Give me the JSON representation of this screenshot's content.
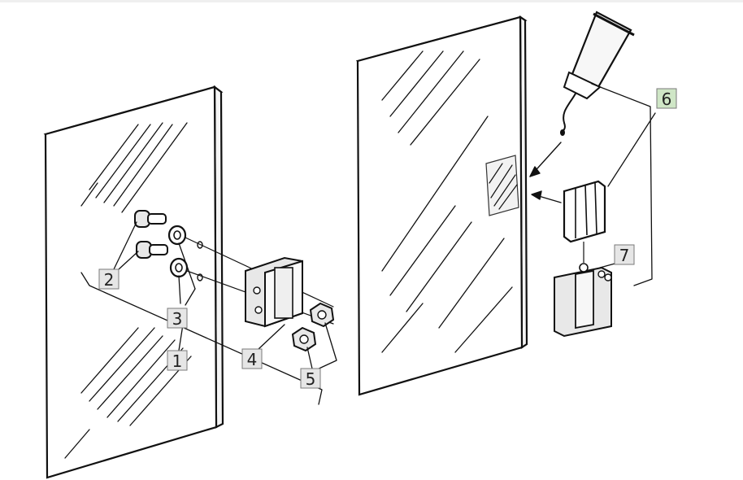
{
  "diagram": {
    "callouts": [
      {
        "id": "1",
        "label": "1",
        "highlighted": false
      },
      {
        "id": "2",
        "label": "2",
        "highlighted": false
      },
      {
        "id": "3",
        "label": "3",
        "highlighted": false
      },
      {
        "id": "4",
        "label": "4",
        "highlighted": false
      },
      {
        "id": "5",
        "label": "5",
        "highlighted": false
      },
      {
        "id": "6",
        "label": "6",
        "highlighted": true
      },
      {
        "id": "7",
        "label": "7",
        "highlighted": false
      }
    ],
    "colors": {
      "callout_fill": "#e6e6e6",
      "callout_highlight_fill": "#cfe6c6",
      "line": "#111111",
      "background": "#ffffff"
    },
    "icons": [
      "glass-panel-icon",
      "bolt-icon",
      "washer-icon",
      "hinge-bracket-icon",
      "nut-icon",
      "adhesive-tube-icon",
      "hinge-pad-icon",
      "hinge-block-icon"
    ]
  }
}
